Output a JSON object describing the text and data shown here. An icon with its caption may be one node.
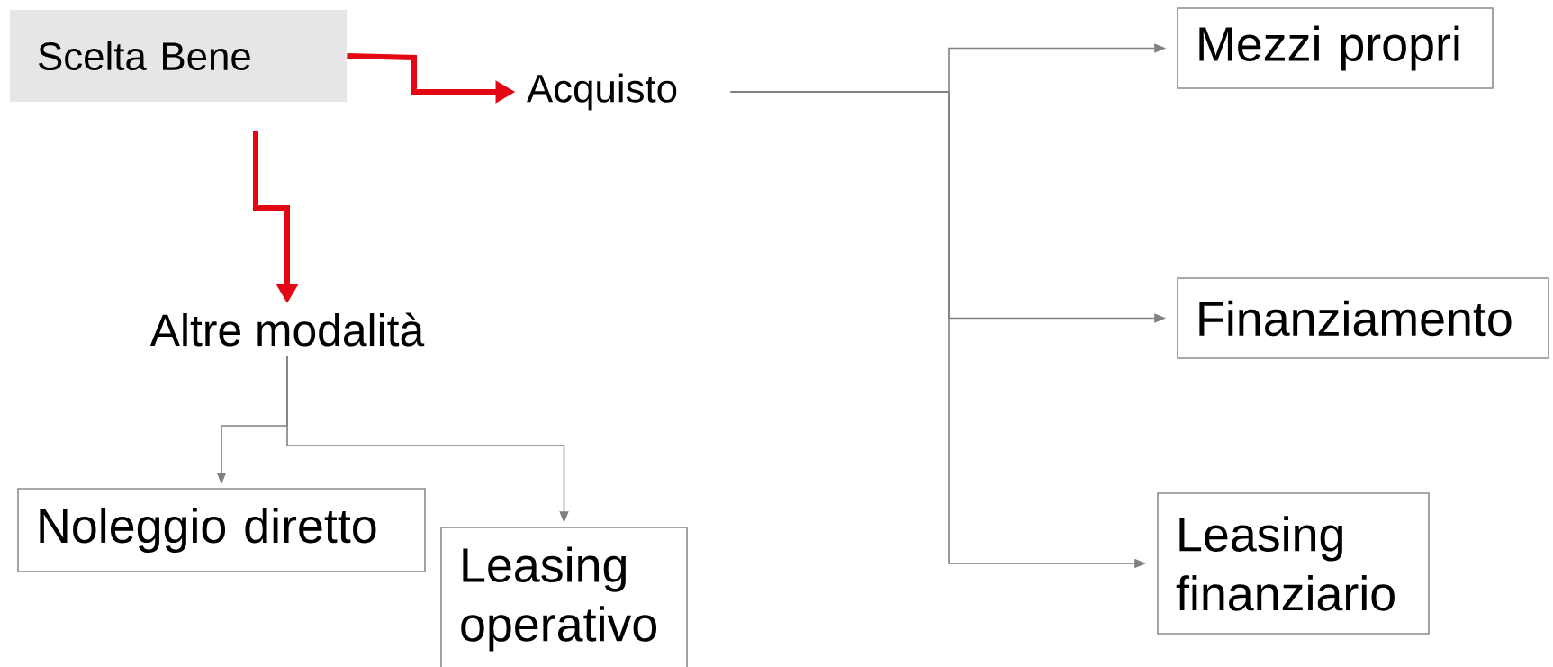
{
  "diagram": {
    "nodes": [
      {
        "text": [
          "Scelta Bene"
        ]
      },
      {
        "text": [
          "Acquisto"
        ]
      },
      {
        "text": [
          "Mezzi propri"
        ]
      },
      {
        "text": [
          "Altre modalità"
        ]
      },
      {
        "text": [
          "Finanziamento"
        ]
      },
      {
        "text": [
          "Leasing finanziario"
        ]
      },
      {
        "text": [
          "Noleggio diretto"
        ]
      },
      {
        "text": [
          "Leasing operativo"
        ]
      }
    ],
    "edges": [
      {
        "from": 0,
        "to": 1,
        "arrow": "to",
        "style": "thick",
        "color": "#e30613"
      },
      {
        "from": 0,
        "to": 3,
        "arrow": "to",
        "style": "thick",
        "color": "#e30613"
      },
      {
        "from": 1,
        "to": 2,
        "arrow": "to"
      },
      {
        "from": 1,
        "to": 4,
        "arrow": "to"
      },
      {
        "from": 1,
        "to": 5,
        "arrow": "to"
      },
      {
        "from": 3,
        "to": 6,
        "arrow": "to"
      },
      {
        "from": 3,
        "to": 7,
        "arrow": "to"
      }
    ]
  }
}
